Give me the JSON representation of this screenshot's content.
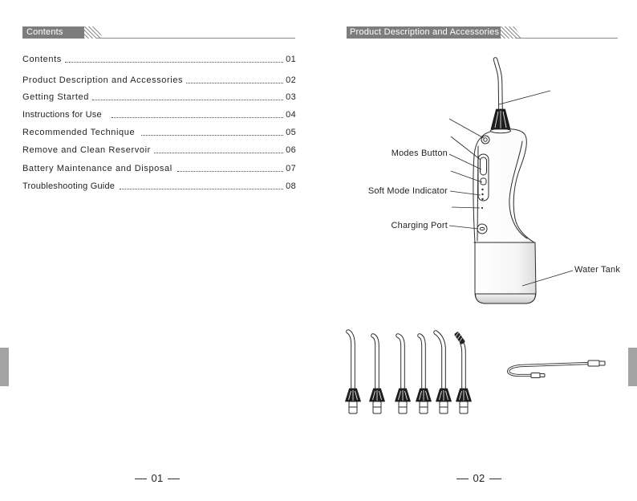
{
  "left_page": {
    "header": "Contents",
    "toc": [
      {
        "title": "Contents",
        "page": "01"
      },
      {
        "title": "Product Description and Accessories",
        "page": "02"
      },
      {
        "title": "Getting Started",
        "page": "03"
      },
      {
        "title": "Instructions for Use",
        "page": "04"
      },
      {
        "title": "Recommended Technique",
        "page": "05"
      },
      {
        "title": "Remove and Clean Reservoir",
        "page": "06"
      },
      {
        "title": "Battery Maintenance and Disposal",
        "page": "07"
      },
      {
        "title": "Troubleshooting Guide",
        "page": "08"
      }
    ],
    "page_number": "01"
  },
  "right_page": {
    "header": "Product Description and Accessories",
    "callouts": {
      "modes_button": "Modes Button",
      "soft_mode_indicator": "Soft Mode Indicator",
      "charging_port": "Charging Port",
      "water_tank": "Water Tank"
    },
    "page_number": "02"
  },
  "theme": {
    "header_bg": "#7d7d7d",
    "ink": "#231f20",
    "rule": "#8c8c8c",
    "tab": "#a3a3a3"
  }
}
